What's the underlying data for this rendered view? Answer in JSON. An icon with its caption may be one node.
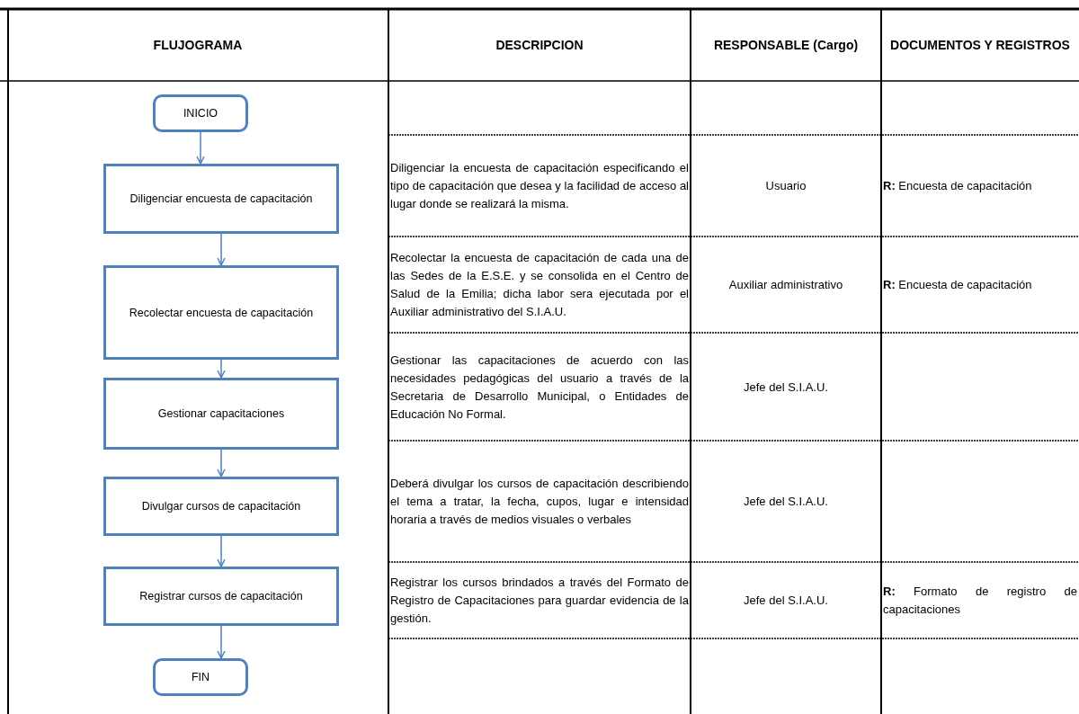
{
  "diagram": {
    "nodes": [
      {
        "text": [
          "INICIO"
        ]
      },
      {
        "text": [
          "Diligenciar encuesta de capacitación"
        ]
      },
      {
        "text": [
          "Recolectar encuesta de capacitación"
        ]
      },
      {
        "text": [
          "Gestionar capacitaciones"
        ]
      },
      {
        "text": [
          "Divulgar cursos de capacitación"
        ]
      },
      {
        "text": [
          "Registrar cursos de capacitación"
        ]
      },
      {
        "text": [
          "FIN"
        ]
      }
    ],
    "edges": [
      {
        "from": 0,
        "to": 1,
        "arrow": "to"
      },
      {
        "from": 1,
        "to": 2,
        "arrow": "to"
      },
      {
        "from": 2,
        "to": 3,
        "arrow": "to"
      },
      {
        "from": 3,
        "to": 4,
        "arrow": "to"
      },
      {
        "from": 4,
        "to": 5,
        "arrow": "to"
      },
      {
        "from": 5,
        "to": 6,
        "arrow": "to"
      }
    ],
    "labels": [
      "FLUJOGRAMA",
      "DESCRIPCION",
      "RESPONSABLE (Cargo)",
      "DOCUMENTOS Y REGISTROS",
      "Diligenciar la encuesta de capacitación especificando el tipo de capacitación que desea y la facilidad de acceso al lugar donde se realizará la misma.",
      "Usuario",
      "**R:** Encuesta de capacitación",
      "Recolectar la encuesta de capacitación de cada una de las Sedes de la E.S.E. y se consolida en el Centro de Salud de la Emilia; dicha labor sera ejecutada por el Auxiliar administrativo del S.I.A.U.",
      "Auxiliar administrativo",
      "**R:** Encuesta de capacitación",
      "Gestionar las capacitaciones de acuerdo con las necesidades pedagógicas del usuario a través de la Secretaria de Desarrollo Municipal, o Entidades de Educación No Formal.",
      "Jefe del S.I.A.U.",
      "Deberá divulgar los cursos de capacitación describiendo el tema a tratar, la fecha, cupos, lugar e intensidad horaria  a través de medios visuales o verbales",
      "Jefe del S.I.A.U.",
      "Registrar los cursos brindados a través del Formato de Registro de Capacitaciones para guardar evidencia de la gestión.",
      "Jefe del S.I.A.U.",
      "**R:** Formato de registro de capacitaciones"
    ]
  }
}
